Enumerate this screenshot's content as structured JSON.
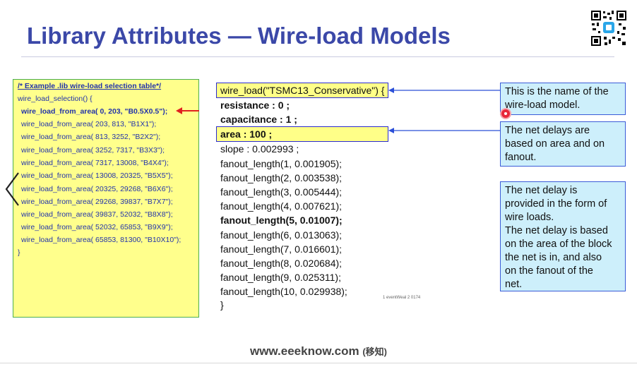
{
  "slide": {
    "title": "Library Attributes — Wire-load Models",
    "footer_site": "www.eeeknow.com",
    "footer_cn": "(移知)",
    "small_mark": "1 eventWeal 2 0174"
  },
  "left_panel": {
    "heading": "/* Example .lib wire-load selection table*/",
    "lines": [
      "wire_load_selection() {",
      "wire_load_from_area( 0, 203, \"B0.5X0.5\");",
      "wire_load_from_area( 203, 813, \"B1X1\");",
      "wire_load_from_area( 813, 3252, \"B2X2\");",
      "wire_load_from_area( 3252, 7317, \"B3X3\");",
      "wire_load_from_area( 7317, 13008, \"B4X4\");",
      "wire_load_from_area( 13008, 20325, \"B5X5\");",
      "wire_load_from_area( 20325, 29268, \"B6X6\");",
      "wire_load_from_area( 29268, 39837, \"B7X7\");",
      "wire_load_from_area( 39837, 52032, \"B8X8\");",
      "wire_load_from_area( 52032, 65853, \"B9X9\");",
      "wire_load_from_area( 65853, 81300, \"B10X10\");",
      "}"
    ]
  },
  "code": {
    "wire_load": "wire_load(\"TSMC13_Conservative\") {",
    "resistance": "resistance : 0 ;",
    "capacitance": "capacitance : 1 ;",
    "area": "area : 100 ;",
    "slope": "slope : 0.002993 ;",
    "fanout": [
      "fanout_length(1, 0.001905);",
      "fanout_length(2, 0.003538);",
      "fanout_length(3, 0.005444);",
      "fanout_length(4, 0.007621);",
      "fanout_length(5, 0.01007);",
      "fanout_length(6, 0.013063);",
      "fanout_length(7, 0.016601);",
      "fanout_length(8, 0.020684);",
      "fanout_length(9, 0.025311);",
      "fanout_length(10, 0.029938);"
    ],
    "close": "}"
  },
  "notes": {
    "name": [
      "This is the name of the",
      "wire-load model."
    ],
    "delays": [
      "The net delays are",
      "based on area and on",
      "fanout."
    ],
    "form": [
      "The net delay is",
      "provided in the form of",
      "wire loads.",
      "The net delay is based",
      "on the area of the block",
      "the net is in, and also",
      "on the fanout of the",
      "net."
    ]
  },
  "colors": {
    "title": "#3b48a8",
    "panel_fill": "#ffff8c",
    "note_fill": "#cdeffb",
    "arrow_blue": "#2b4fd8",
    "arrow_red": "#e02020"
  },
  "icons": [
    "qr-code-icon",
    "chevron-left-icon",
    "cursor-pointer-icon"
  ]
}
